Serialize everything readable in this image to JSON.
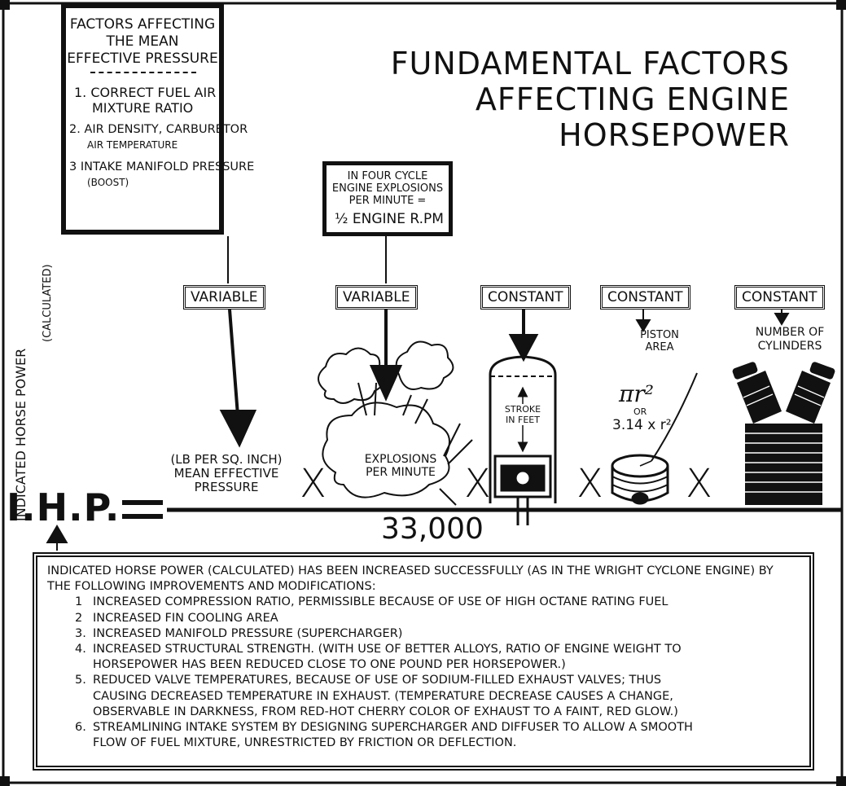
{
  "title": [
    "FUNDAMENTAL FACTORS",
    "AFFECTING ENGINE",
    "HORSEPOWER"
  ],
  "mep_box": {
    "heading": [
      "FACTORS AFFECTING",
      "THE MEAN",
      "EFFECTIVE PRESSURE"
    ],
    "items": [
      [
        "1. CORRECT FUEL AIR",
        "MIXTURE RATIO"
      ],
      [
        "2. AIR DENSITY, CARBURETOR",
        "AIR TEMPERATURE"
      ],
      [
        "3 INTAKE MANIFOLD PRESSURE",
        "(BOOST)"
      ]
    ]
  },
  "explosion_box": [
    "IN FOUR CYCLE",
    "ENGINE EXPLOSIONS",
    "PER MINUTE =",
    "½ ENGINE R.PM"
  ],
  "side_label": {
    "main": "INDICATED HORSE POWER",
    "sub": "(CALCULATED)",
    "i": "I.",
    "h": "H.",
    "p": "P."
  },
  "labels": {
    "variable1": "VARIABLE",
    "variable2": "VARIABLE",
    "constant1": "CONSTANT",
    "constant2": "CONSTANT",
    "constant3": "CONSTANT"
  },
  "piston_area": {
    "label": [
      "PISTON",
      "AREA"
    ],
    "formula1": "πr²",
    "or": "OR",
    "formula2": "3.14 x r²"
  },
  "cylinders": [
    "NUMBER OF",
    "CYLINDERS"
  ],
  "stroke": [
    "STROKE",
    "IN FEET"
  ],
  "explosions_label": [
    "EXPLOSIONS",
    "PER MINUTE"
  ],
  "mep_label": [
    "(LB PER SQ. INCH)",
    "MEAN EFFECTIVE",
    "PRESSURE"
  ],
  "operators": {
    "times": "X",
    "equals": "="
  },
  "equation": {
    "lhs": "I.H.P.",
    "denominator": "33,000"
  },
  "notes": {
    "intro": "INDICATED HORSE POWER (CALCULATED) HAS BEEN INCREASED SUCCESSFULLY (AS IN THE WRIGHT CYCLONE ENGINE) BY THE FOLLOWING IMPROVEMENTS AND MODIFICATIONS:",
    "items": [
      {
        "n": "1",
        "lines": [
          "INCREASED COMPRESSION RATIO, PERMISSIBLE BECAUSE OF USE OF HIGH OCTANE RATING FUEL"
        ]
      },
      {
        "n": "2",
        "lines": [
          "INCREASED FIN COOLING AREA"
        ]
      },
      {
        "n": "3.",
        "lines": [
          "INCREASED MANIFOLD PRESSURE (SUPERCHARGER)"
        ]
      },
      {
        "n": "4.",
        "lines": [
          "INCREASED STRUCTURAL STRENGTH. (WITH USE OF BETTER ALLOYS, RATIO OF ENGINE WEIGHT TO",
          "HORSEPOWER HAS BEEN REDUCED CLOSE TO ONE POUND PER HORSEPOWER.)"
        ]
      },
      {
        "n": "5.",
        "lines": [
          "REDUCED VALVE TEMPERATURES, BECAUSE OF USE OF SODIUM-FILLED EXHAUST VALVES; THUS",
          "CAUSING DECREASED TEMPERATURE IN EXHAUST. (TEMPERATURE DECREASE CAUSES A CHANGE,",
          "OBSERVABLE IN DARKNESS, FROM RED-HOT CHERRY COLOR OF EXHAUST TO A FAINT, RED GLOW.)"
        ]
      },
      {
        "n": "6.",
        "lines": [
          "STREAMLINING INTAKE SYSTEM BY DESIGNING SUPERCHARGER AND DIFFUSER TO ALLOW A SMOOTH",
          "FLOW OF FUEL MIXTURE, UNRESTRICTED BY FRICTION OR DEFLECTION."
        ]
      }
    ]
  },
  "colors": {
    "ink": "#111111",
    "paper": "#ffffff"
  }
}
